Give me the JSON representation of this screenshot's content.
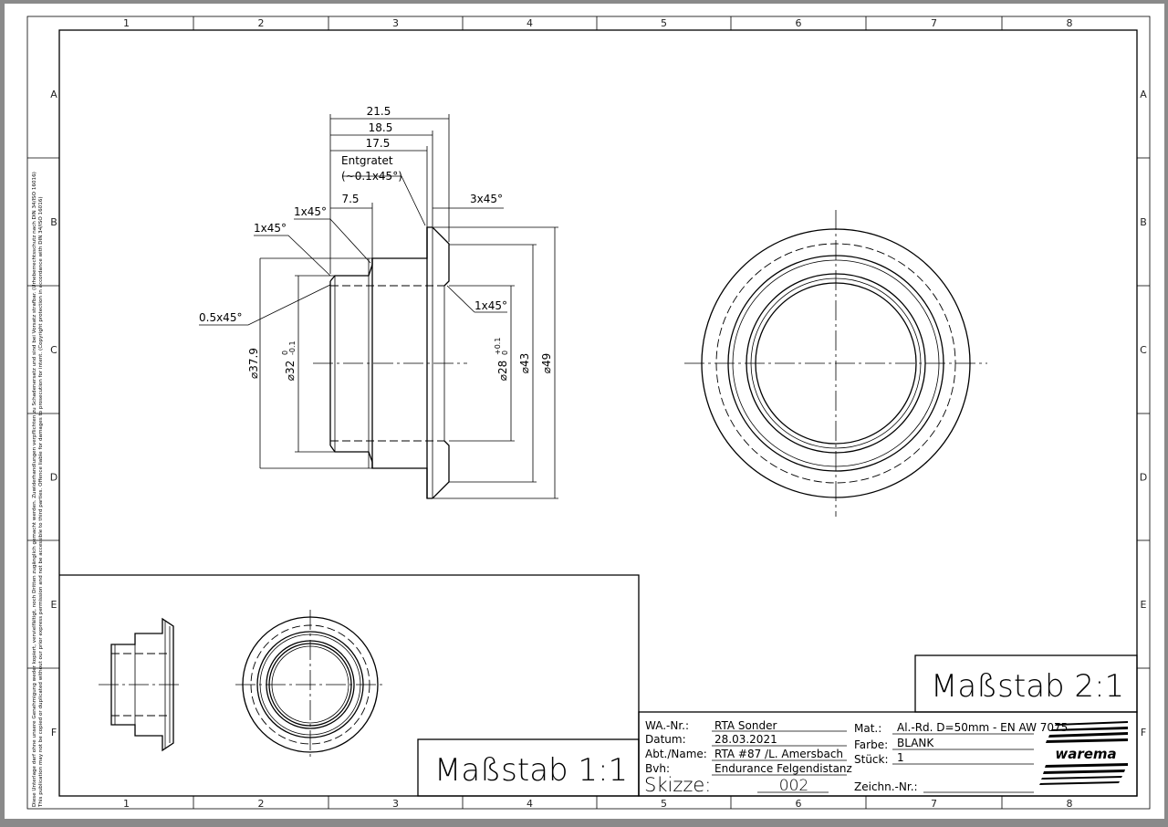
{
  "grid": {
    "columns": [
      "1",
      "2",
      "3",
      "4",
      "5",
      "6",
      "7",
      "8"
    ],
    "rows": [
      "A",
      "B",
      "C",
      "D",
      "E",
      "F"
    ]
  },
  "copyright": {
    "de": "Diese Unterlage darf ohne unsere Genehmigung weder kopiert, vervielfältigt, noch Dritten zugänglich gemacht werden. Zuwiderhandlungen verpflichten zu Schadenersatz und sind bei Vorsatz strafbar. (Urheberrechtsschutz nach DIN 34/ISO 16016)",
    "en": "This publication may not be copied or duplicated without our prior express permission and not be accessible to third parties. Offence liable for damages to prosecution for intent. (Copyright protection in accordance with DIN 34/ISO 16016)"
  },
  "dimensions": {
    "len_total": "21.5",
    "len_flange_back": "18.5",
    "len_flange_front": "17.5",
    "len_step": "7.5",
    "deburr_line1": "Entgratet",
    "deburr_line2": "(~0.1x45°)",
    "chamfer_flange": "3x45°",
    "chamfer_step": "1x45°",
    "chamfer_front": "1x45°",
    "chamfer_bore_out": "1x45°",
    "chamfer_bore_in": "0.5x45°",
    "dia_37_9": "⌀37.9",
    "dia_32": "⌀32",
    "dia_32_tol_up": "0",
    "dia_32_tol_low": "-0.1",
    "dia_28": "⌀28",
    "dia_28_tol_up": "+0.1",
    "dia_28_tol_low": "0",
    "dia_43": "⌀43",
    "dia_49": "⌀49"
  },
  "scales": {
    "main": "Maßstab 2:1",
    "small": "Maßstab 1:1"
  },
  "title_block": {
    "wa_label": "WA.-Nr.:",
    "wa_value": "RTA Sonder",
    "date_label": "Datum:",
    "date_value": "28.03.2021",
    "dept_label": "Abt./Name:",
    "dept_value": "RTA #87 /L. Amersbach",
    "bvh_label": "Bvh:",
    "bvh_value": "Endurance Felgendistanz",
    "sketch_label": "Skizze:",
    "sketch_value": "002",
    "mat_label": "Mat.:",
    "mat_value": "Al.-Rd. D=50mm - EN AW 7075",
    "color_label": "Farbe:",
    "color_value": "BLANK",
    "qty_label": "Stück:",
    "qty_value": "1",
    "drawing_label": "Zeichn.-Nr.:",
    "drawing_value": "",
    "logo_text": "warema"
  }
}
